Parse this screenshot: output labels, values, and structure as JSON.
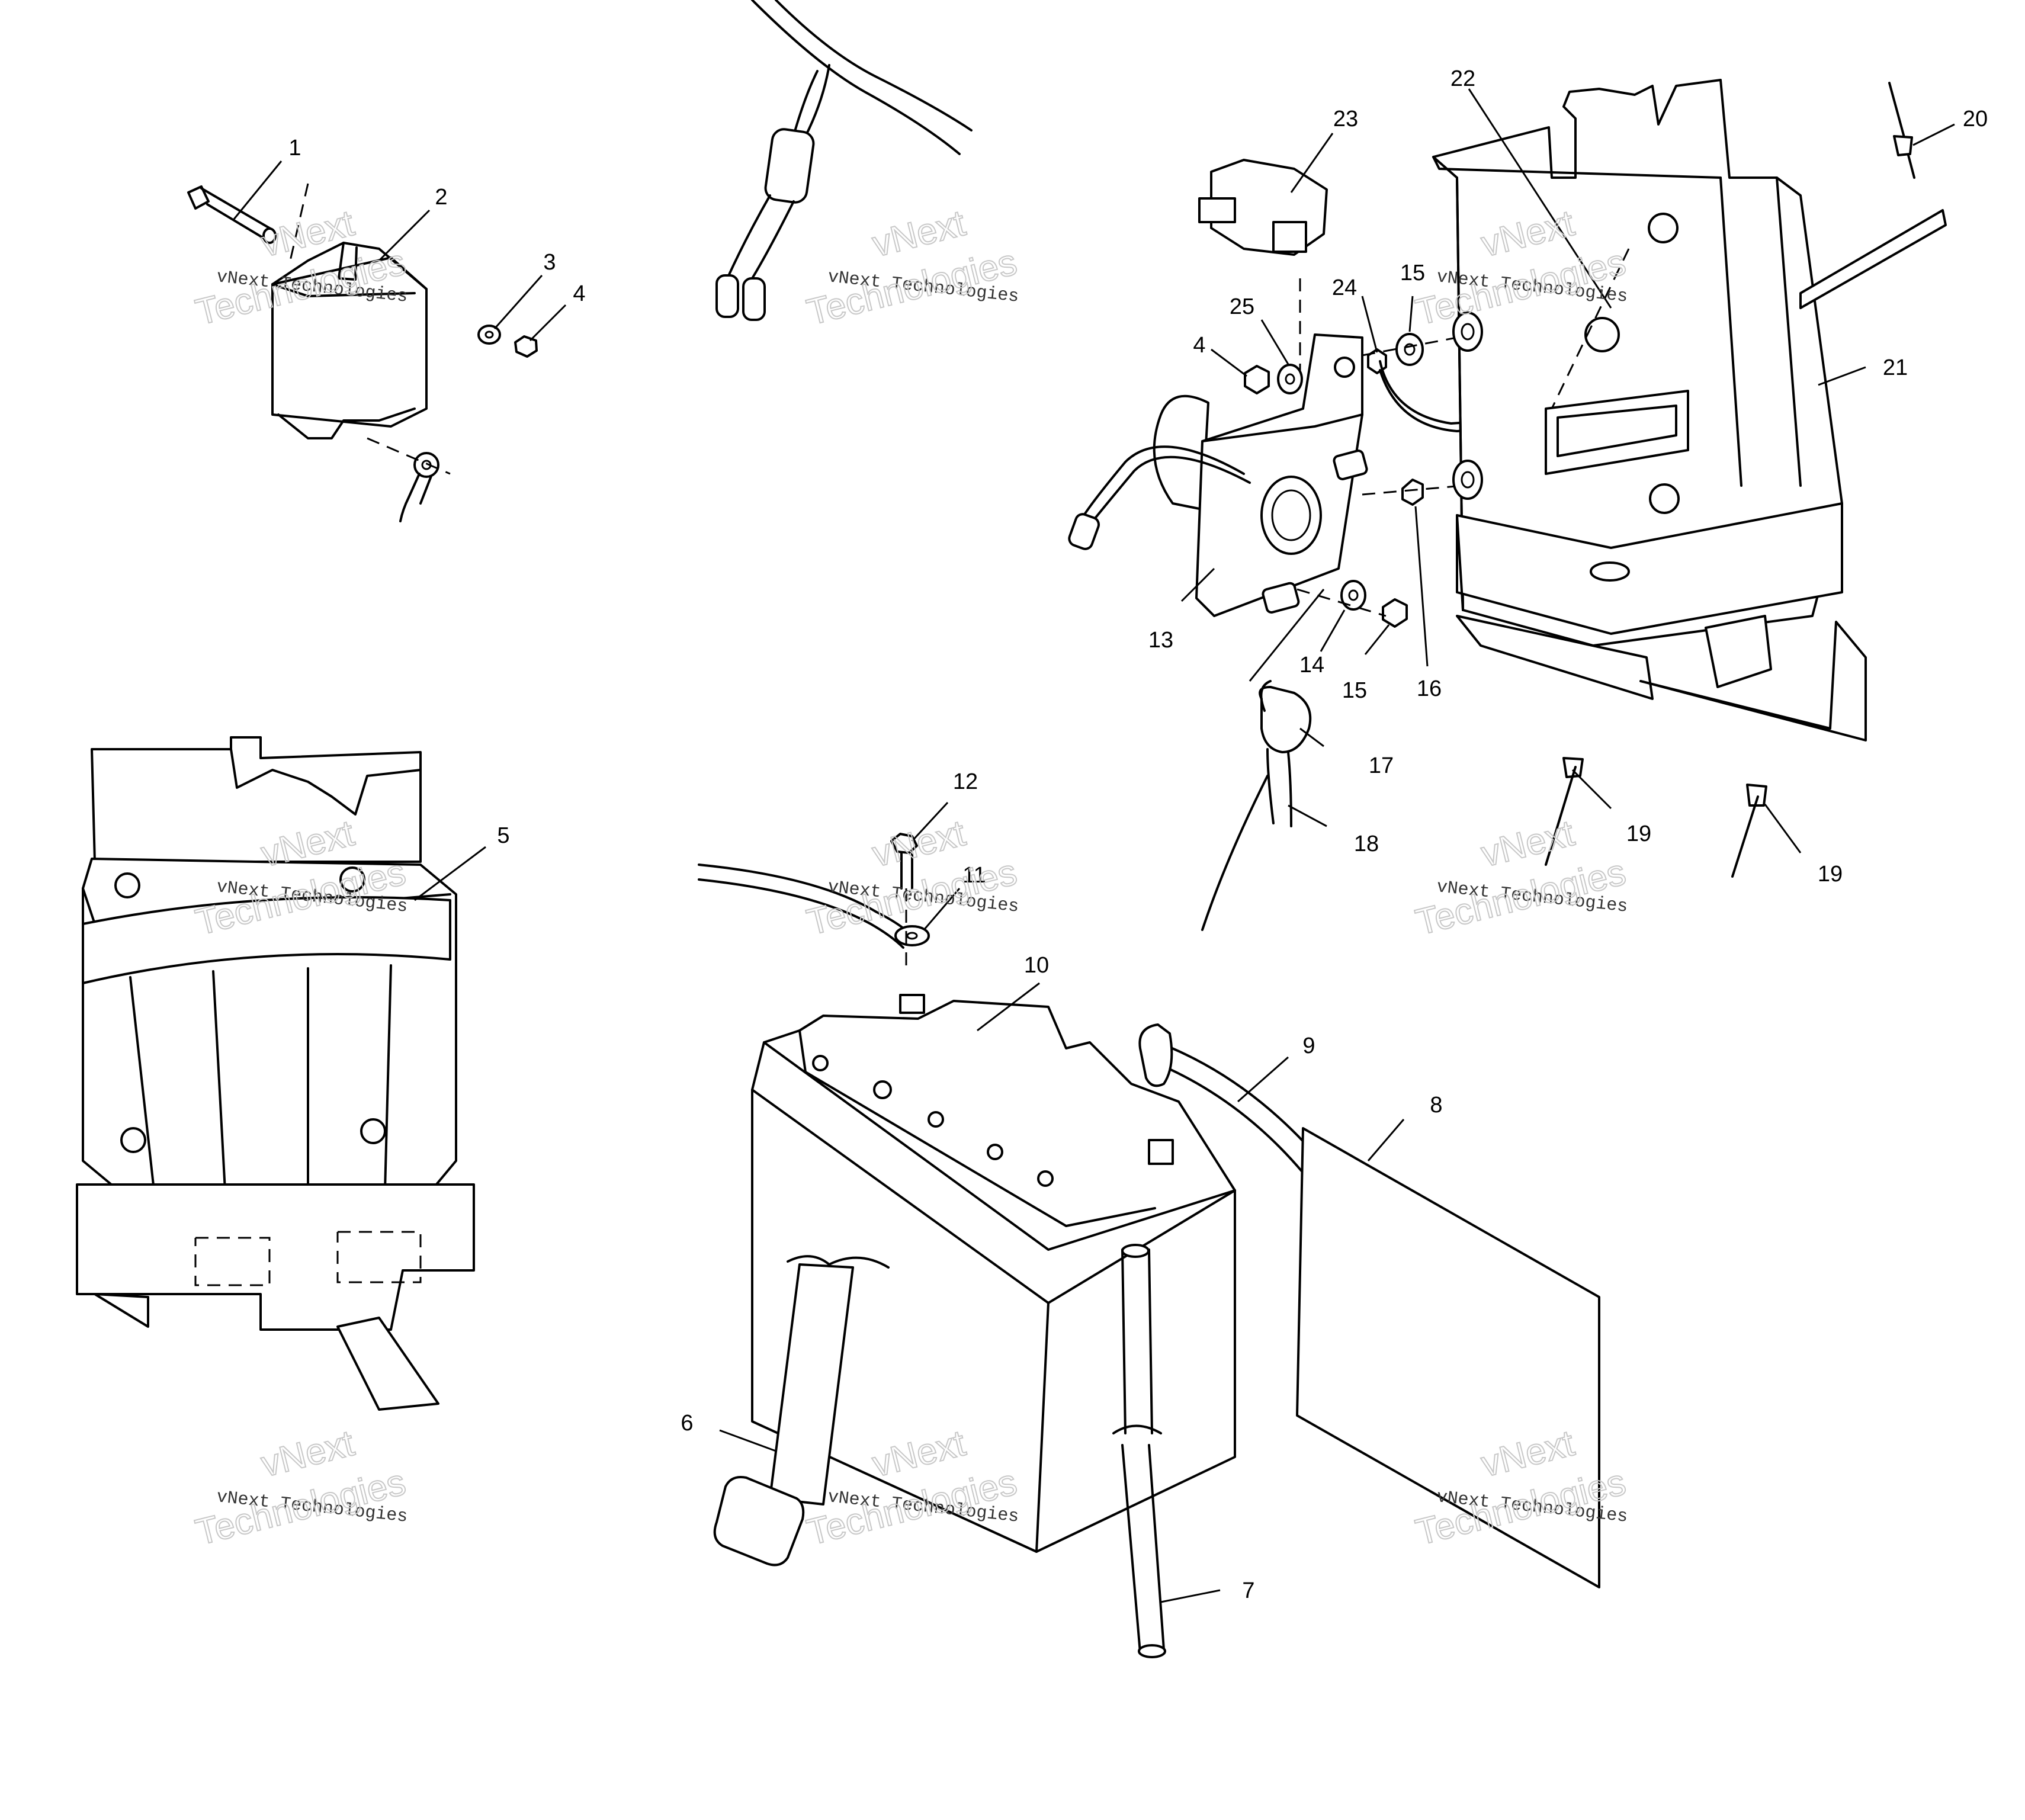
{
  "callouts": [
    "1",
    "2",
    "3",
    "4",
    "5",
    "6",
    "7",
    "8",
    "9",
    "10",
    "11",
    "12",
    "13",
    "14",
    "15",
    "16",
    "17",
    "18",
    "19",
    "20",
    "21",
    "22",
    "23",
    "24",
    "25"
  ],
  "watermark": {
    "line1": "vNext Technologies",
    "big_line1": "vNext",
    "big_line2": "Technologies"
  }
}
